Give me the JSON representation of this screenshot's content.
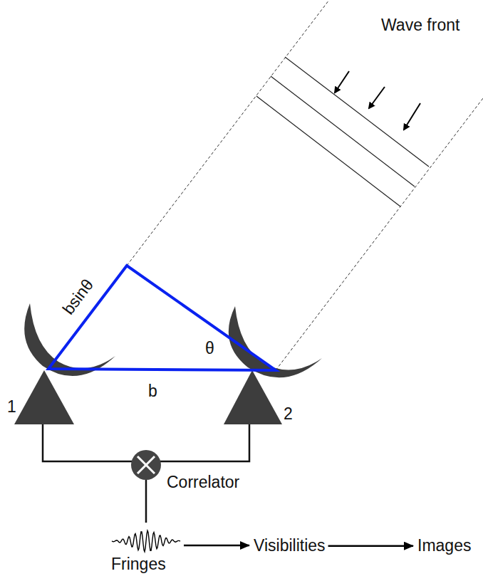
{
  "diagram": {
    "nodes": [
      {
        "text": [
          "Fringes"
        ]
      },
      {
        "text": [
          "Visibilities"
        ]
      },
      {
        "text": [
          "Images"
        ]
      }
    ],
    "edges": [
      {
        "from": 0,
        "to": 1,
        "arrow": "to"
      },
      {
        "from": 1,
        "to": 2,
        "arrow": "to"
      }
    ],
    "labels": [
      "Wave front",
      "bsinθ",
      "θ",
      "b",
      "1",
      "2",
      "Correlator"
    ]
  }
}
